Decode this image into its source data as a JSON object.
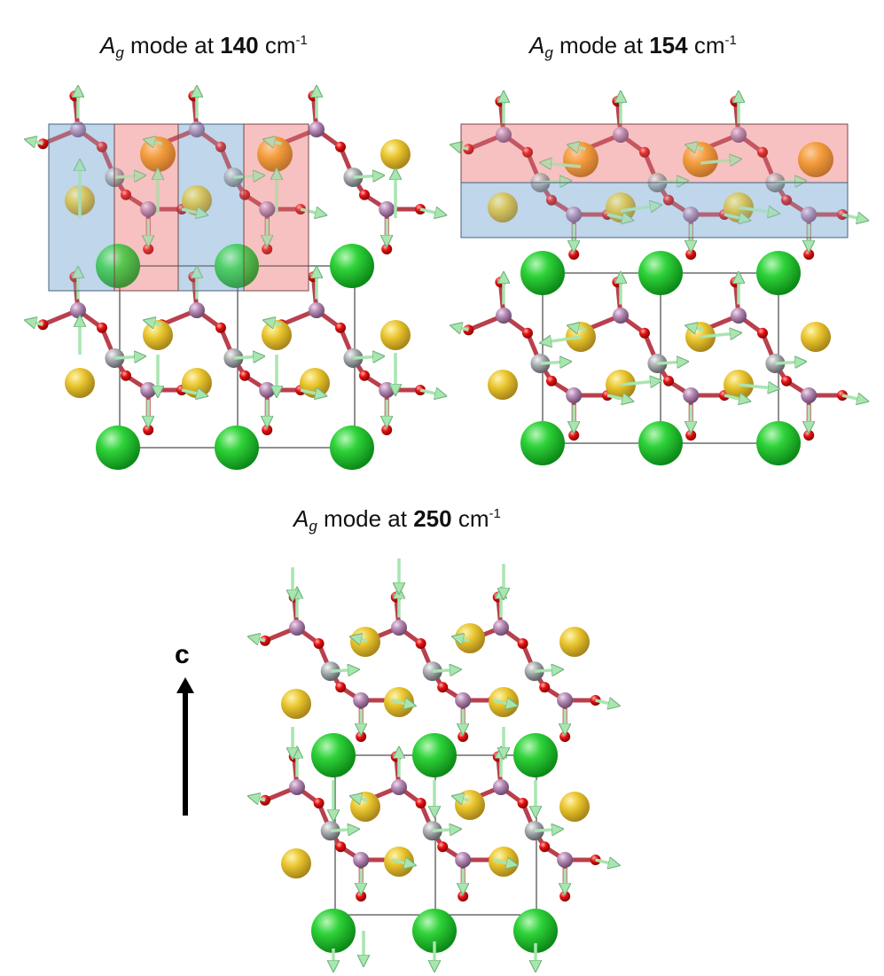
{
  "panels": [
    {
      "mode_symbol": "A",
      "mode_sub": "g",
      "text_before": " mode at ",
      "frequency": "140",
      "unit": " cm",
      "unit_exp": "-1"
    },
    {
      "mode_symbol": "A",
      "mode_sub": "g",
      "text_before": " mode at ",
      "frequency": "154",
      "unit": " cm",
      "unit_exp": "-1"
    },
    {
      "mode_symbol": "A",
      "mode_sub": "g",
      "text_before": " mode at ",
      "frequency": "250",
      "unit": " cm",
      "unit_exp": "-1"
    }
  ],
  "axis": {
    "label": "c"
  },
  "colors": {
    "green_atom": "#27c62f",
    "yellow_atom": "#e6c229",
    "orange_atom": "#f09a1e",
    "gray_atom": "#a7aaae",
    "purple_atom": "#b78ab5",
    "red_atom": "#e00d0d",
    "bond": "#b8404d",
    "arrow": "#a9e5b0",
    "red_box": "#f4a6a6",
    "blue_box": "#a6c6e4"
  }
}
